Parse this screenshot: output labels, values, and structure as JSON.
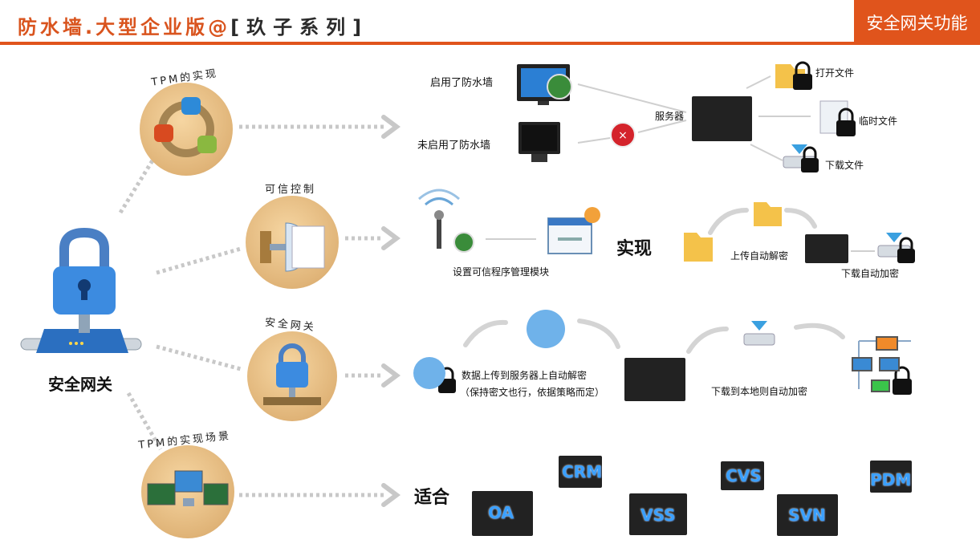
{
  "header": {
    "title": "防水墙.大型企业版@",
    "series": "[玖子系列]",
    "badge": "安全网关功能"
  },
  "hub": {
    "label": "安全网关"
  },
  "nodes": {
    "tpm": {
      "label": "TPM的实现"
    },
    "trusted": {
      "label": "可信控制"
    },
    "gateway": {
      "label": "安全网关"
    },
    "scenario": {
      "label": "TPM的实现场景"
    }
  },
  "row1": {
    "enabled": "启用了防水墙",
    "disabled": "未启用了防水墙",
    "server": "服务器",
    "open_file": "打开文件",
    "temp_file": "临时文件",
    "download_file": "下载文件"
  },
  "row2": {
    "module": "设置可信程序管理模块",
    "realize": "实现",
    "upload_decrypt": "上传自动解密",
    "download_encrypt": "下载自动加密"
  },
  "row3": {
    "upload_line1": "数据上传到服务器上自动解密",
    "upload_line2": "（保持密文也行，依据策略而定）",
    "local_encrypt": "下载到本地则自动加密"
  },
  "row4": {
    "fit": "适合",
    "servers": [
      "OA",
      "CRM",
      "VSS",
      "CVS",
      "SVN",
      "PDM"
    ]
  },
  "colors": {
    "accent": "#e0541c",
    "circle": "#e0b478",
    "dots": "#c8c8c8"
  }
}
